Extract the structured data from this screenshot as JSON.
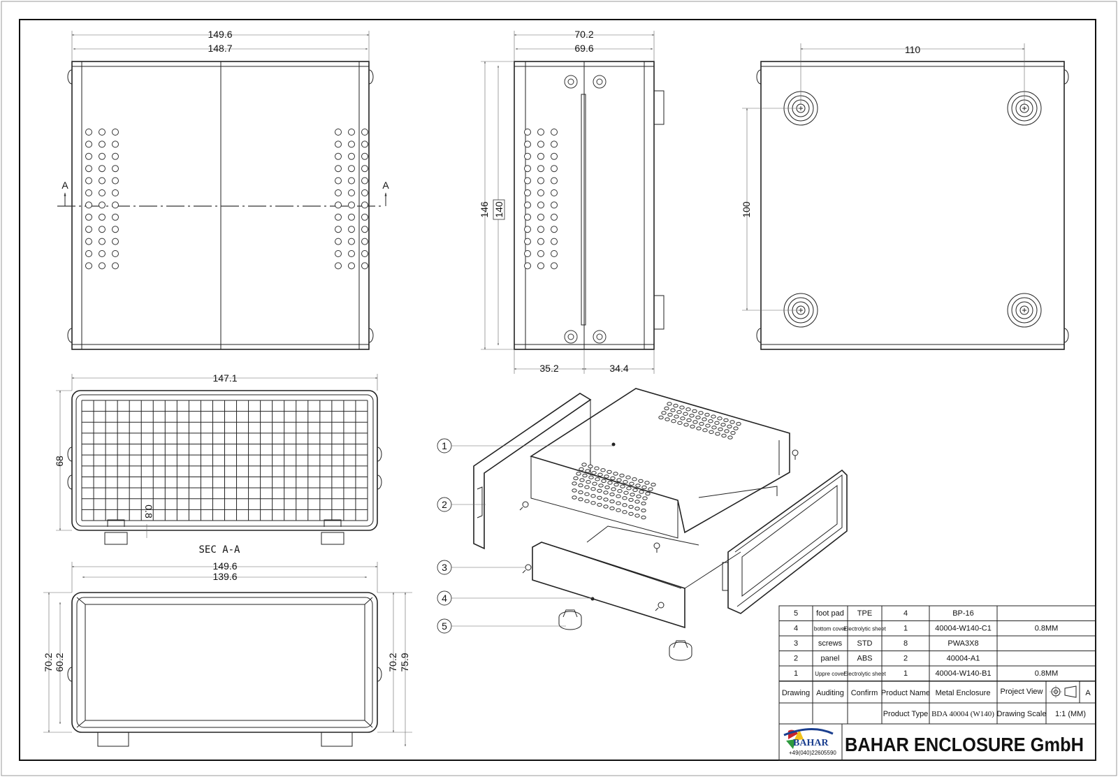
{
  "views": {
    "top": {
      "width_outer": "149.6",
      "width_inner": "148.7",
      "section_left": "A",
      "section_right": "A"
    },
    "side": {
      "width_outer": "70.2",
      "width_inner": "69.6",
      "height_outer": "146",
      "height_inner": "140",
      "bottom_left": "35.2",
      "bottom_right": "34.4"
    },
    "bottom": {
      "foot_spacing_x": "110",
      "foot_spacing_y": "100"
    },
    "section": {
      "width": "147.1",
      "height": "68",
      "wall": "0.8",
      "label": "SEC A-A"
    },
    "front": {
      "width_outer": "149.6",
      "width_inner": "139.6",
      "height_left_outer": "70.2",
      "height_left_inner": "60.2",
      "height_right_outer": "70.2",
      "height_right_inner": "75.9"
    }
  },
  "callouts": [
    "1",
    "2",
    "3",
    "4",
    "5"
  ],
  "bom": [
    {
      "no": "5",
      "name": "foot pad",
      "material": "TPE",
      "qty": "4",
      "code": "BP-16",
      "note": ""
    },
    {
      "no": "4",
      "name": "bottom cover",
      "material": "Electrolytic sheet",
      "qty": "1",
      "code": "40004-W140-C1",
      "note": "0.8MM"
    },
    {
      "no": "3",
      "name": "screws",
      "material": "STD",
      "qty": "8",
      "code": "PWA3X8",
      "note": ""
    },
    {
      "no": "2",
      "name": "panel",
      "material": "ABS",
      "qty": "2",
      "code": "40004-A1",
      "note": ""
    },
    {
      "no": "1",
      "name": "Uppre cover",
      "material": "Electrolytic sheet",
      "qty": "1",
      "code": "40004-W140-B1",
      "note": "0.8MM"
    }
  ],
  "title_block": {
    "drawing": "Drawing",
    "auditing": "Auditing",
    "confirm": "Confirm",
    "product_name_label": "Product Name",
    "product_name": "Metal Enclosure",
    "project_view_label": "Project View",
    "revision": "A",
    "product_type_label": "Product Type",
    "product_type": "BDA 40004 (W140)",
    "scale_label": "Drawing Scale",
    "scale": "1:1 (MM)",
    "logo_text": "BAHAR",
    "phone": "+49(040)22605590",
    "company": "BAHAR ENCLOSURE GmbH"
  },
  "colors": {
    "line": "#222222",
    "logo_blue": "#1b3f8f",
    "logo_green": "#2e9a3e",
    "logo_red": "#c8252b",
    "logo_yellow": "#f2c21b"
  }
}
